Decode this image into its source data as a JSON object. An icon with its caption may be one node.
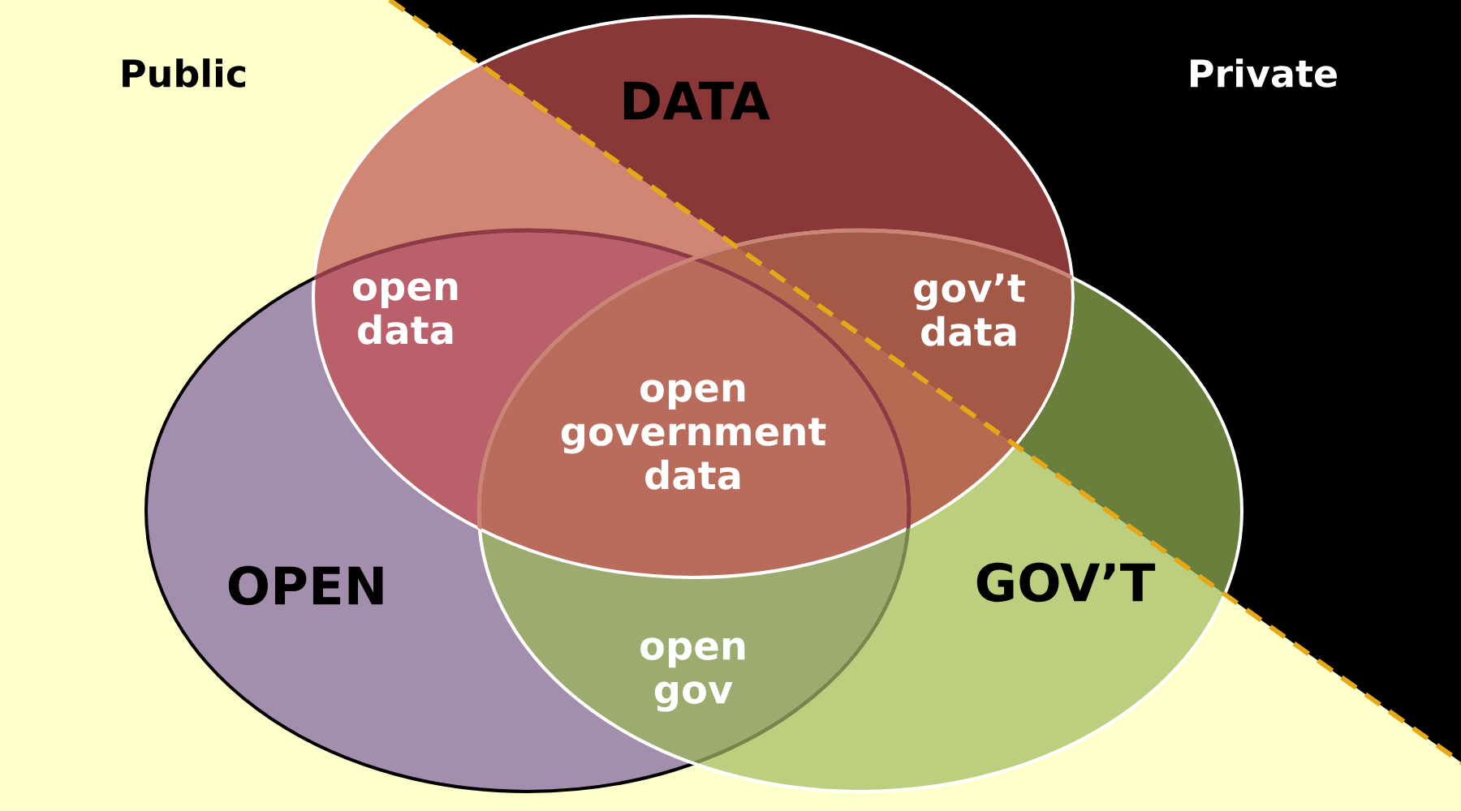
{
  "diagram": {
    "nodes": [
      {
        "text": [
          "DATA"
        ]
      },
      {
        "text": [
          "OPEN"
        ]
      },
      {
        "text": [
          "GOV’T"
        ]
      }
    ],
    "labels": [
      "Public",
      "Private",
      "open data",
      "gov’t data",
      "open government data",
      "open gov"
    ]
  }
}
